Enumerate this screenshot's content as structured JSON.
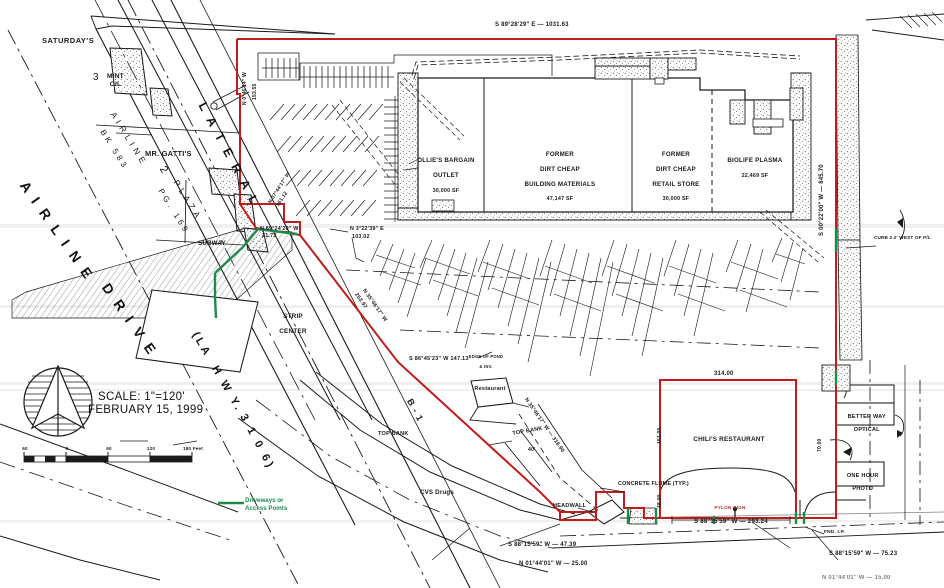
{
  "drawing": {
    "scale_note": "SCALE:  1\"=120'",
    "date": "FEBRUARY 15, 1999",
    "scalebar": {
      "ticks": [
        "60",
        "0",
        "60",
        "120",
        "180 Feet"
      ]
    },
    "legend": {
      "line_color": "#1f8a4c",
      "label_line1": "Driveways or",
      "label_line2": "Access Points"
    },
    "colors": {
      "boundary": "#c01c1c",
      "access": "#1f8a4c",
      "linework": "#1a1a1a"
    }
  },
  "roads": [
    {
      "name": "airline_drive",
      "text": "A I R L I N E"
    },
    {
      "name": "airline_drive_2",
      "text": "D R I V E"
    },
    {
      "name": "la_hwy",
      "text": "(LA  H W Y."
    },
    {
      "name": "la_hwy_number",
      "text": "3 1 0 6)"
    },
    {
      "name": "lateral",
      "text": "L A T E R A L"
    }
  ],
  "tenants": [
    {
      "name": "ollies",
      "line1": "OLLIE'S BARGAIN",
      "line2": "OUTLET",
      "area": "30,000 SF"
    },
    {
      "name": "dirt_cheap_building",
      "line1": "FORMER",
      "line2": "DIRT CHEAP",
      "line3": "BUILDING MATERIALS",
      "area": "47,147 SF"
    },
    {
      "name": "dirt_cheap_retail",
      "line1": "FORMER",
      "line2": "DIRT CHEAP",
      "line3": "RETAIL STORE",
      "area": "30,000 SF"
    },
    {
      "name": "biolife",
      "line1": "BIOLIFE PLASMA",
      "area": "22,469 SF"
    }
  ],
  "labels": {
    "saturdays": "SATURDAY'S",
    "mint_oil_line1": "MINT",
    "mint_oil_line2": "OIL",
    "parcel_three": "3",
    "parcel_two": "2",
    "mr_gattis": "MR. GATTI'S",
    "airline_plaza_1": "A I R L I N E",
    "airline_plaza_2": "P L A Z A",
    "bk_583": "B K   5 8 3",
    "pg_169": "P G .   1 6 9",
    "subway": "SUBWAY",
    "strip_center_1": "STRIP",
    "strip_center_2": "CENTER",
    "restaurant": "Restaurant",
    "cvs_drugs": "CVS Drugs",
    "b1": "B - 1",
    "top_bank_left": "TOP BANK",
    "top_bank_right": "TOP BANK",
    "forty_ft": "40'",
    "headwall": "HEADWALL",
    "concrete_flume": "CONCRETE FLUME (TYP.)",
    "chilis": "CHILI'S RESTAURANT",
    "better_way_1": "BETTER WAY",
    "better_way_2": "OPTICAL",
    "one_hour_1": "ONE HOUR",
    "one_hour_2": "PHOTO",
    "pylon_sign": "PYLON SIGN",
    "curb_note": "CURB 2.2' WEST OF P/L",
    "fnd_ip": "FND. I.P.",
    "edge_of_pond_1": "EDGE OF POND",
    "edge_of_pond_2": "& INV."
  },
  "bearings": {
    "north_line": "S 89°28'29\" E — 1031.63",
    "east_line": "S 00°22'00\" W — 845.70",
    "nw_1": "N 0°46'14\" W",
    "nw_1_dist": "153.55",
    "nw_2": "N 37°44'17\" W",
    "nw_2_dist": "161.12",
    "w_1": "N 89°24'20\" W",
    "w_1_dist": "21.73",
    "w_2": "N 3°22'39\" E",
    "w_2_dist": "103.02",
    "diag_1": "N 35°46'17\" W",
    "diag_1_dist": "253.97",
    "diag_2": "N 35°46'17\" W — 316.90",
    "s_147": "S 86°45'23\"  W 147.13",
    "bot_47": "S 88°15'59\"  W  —  47.39",
    "bot_25": "N 01°44'01\"  W  —  25.00",
    "bot_293": "S 88°15'59\"  W  —  293.24",
    "bot_75": "S 88°15'59\"  W  —  75.23",
    "bot_15": "N 01°44'01\"  W  —  15.00",
    "chilis_width": "314.00",
    "chilis_depth": "151.00",
    "chilis_bot": "48.00",
    "right_small": "70.00"
  }
}
